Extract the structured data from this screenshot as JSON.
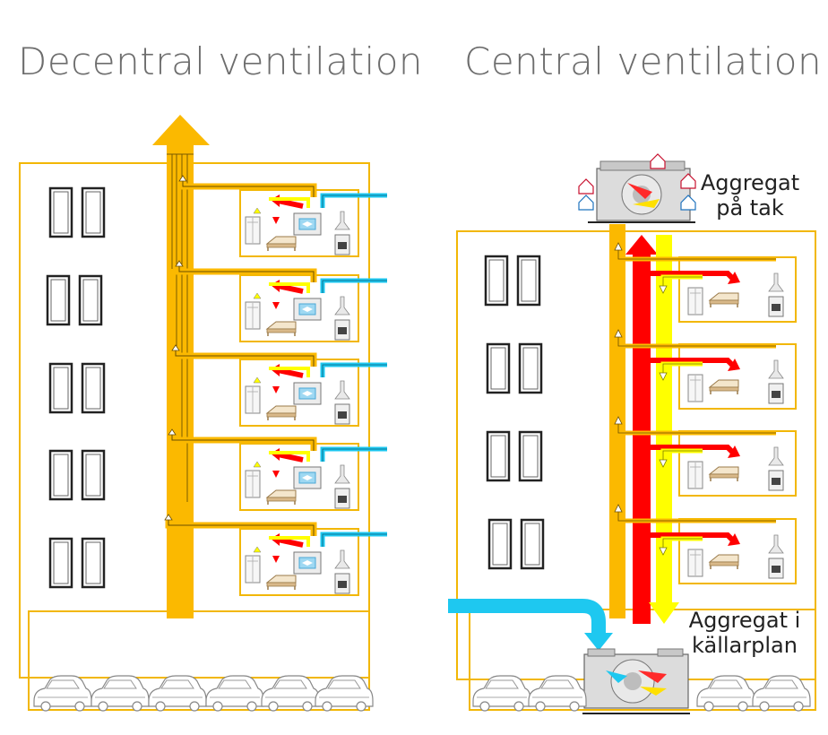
{
  "titles": {
    "decentral": "Decentral ventilation",
    "central": "Central ventilation"
  },
  "labels": {
    "roof_unit_line1": "Aggregat",
    "roof_unit_line2": "på tak",
    "basement_unit_line1": "Aggregat i",
    "basement_unit_line2": "källarplan"
  },
  "colors": {
    "exhaust": "#fbb900",
    "supply": "#ff0000",
    "fresh": "#ffff00",
    "outdoor": "#1ec8f0",
    "building_outline": "#f2b705"
  },
  "decentral": {
    "floors": 5,
    "apartment_icons": [
      "shower-icon",
      "bed-icon",
      "ventilation-unit-icon",
      "stove-hood-icon"
    ]
  },
  "central": {
    "floors": 4,
    "apartment_icons": [
      "shower-icon",
      "bed-icon",
      "stove-hood-icon"
    ]
  }
}
